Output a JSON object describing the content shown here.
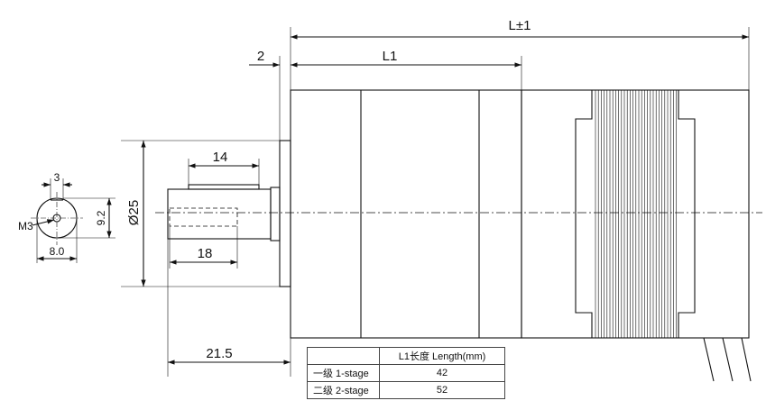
{
  "dimensions": {
    "overall_length": "L±1",
    "gearbox_length": "L1",
    "flange_thickness": "2",
    "shaft_flat_length": "14",
    "flange_diameter": "Ø25",
    "keyway_length": "18",
    "shaft_length": "21.5",
    "thread": "M3",
    "flat_width": "3",
    "shaft_height": "9.2",
    "shaft_diameter": "8.0"
  },
  "table": {
    "header": [
      "",
      "L1长度 Length(mm)"
    ],
    "rows": [
      {
        "label": "一级 1-stage",
        "value": "42"
      },
      {
        "label": "二级 2-stage",
        "value": "52"
      }
    ]
  },
  "colors": {
    "line": "#111111",
    "background": "#ffffff"
  }
}
